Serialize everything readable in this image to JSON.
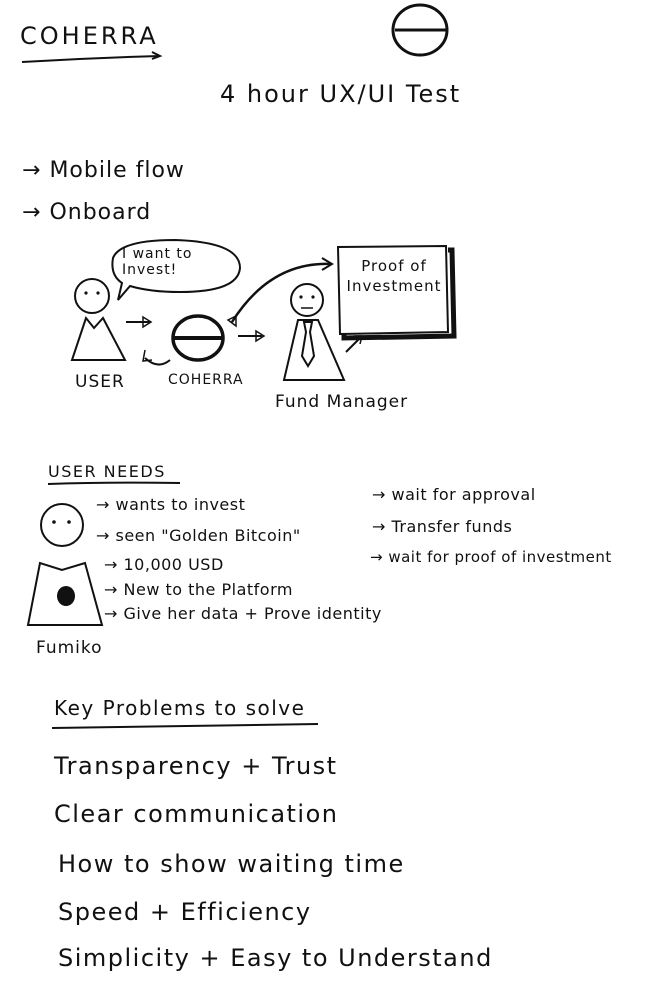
{
  "brand": {
    "name": "COHERRA"
  },
  "title": "4 hour UX/UI Test",
  "focus": [
    "Mobile flow",
    "Onboard"
  ],
  "flow": {
    "speech": "I want to Invest!",
    "user_label": "USER",
    "brand_label": "COHERRA",
    "manager_label": "Fund Manager",
    "proof_label": "Proof of Investment"
  },
  "user_needs": {
    "heading": "USER NEEDS",
    "persona_name": "Fumiko",
    "left": [
      "wants to invest",
      "seen \"Golden Bitcoin\"",
      "10,000 USD",
      "New to the Platform",
      "Give her data + Prove identity"
    ],
    "right": [
      "wait for approval",
      "Transfer funds",
      "wait for proof of investment"
    ]
  },
  "problems": {
    "heading": "Key Problems to solve",
    "items": [
      "Transparency + Trust",
      "Clear communication",
      "How to show waiting time",
      "Speed + Efficiency",
      "Simplicity + Easy to Understand"
    ]
  }
}
